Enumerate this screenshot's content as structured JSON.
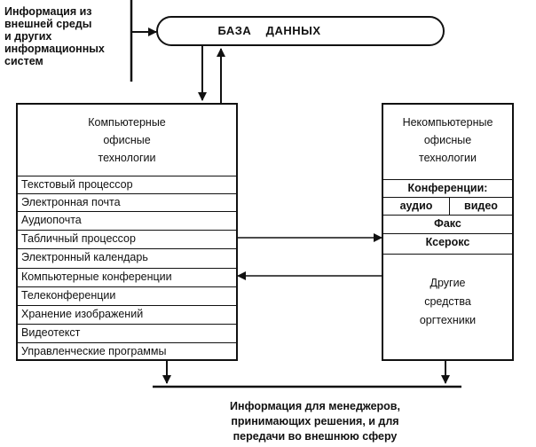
{
  "external_info": [
    "Информация из",
    "внешней среды",
    "и других",
    "информационных",
    "систем"
  ],
  "database_label": "БАЗА    ДАННЫХ",
  "computer_tech": {
    "title": [
      "Компьютерные",
      "офисные",
      "технологии"
    ],
    "items": [
      "Текстовый процессор",
      "Электронная почта",
      "Аудиопочта",
      "Табличный процессор",
      "Электронный календарь",
      "Компьютерные конференции",
      "Телеконференции",
      "Хранение изображений",
      "Видеотекст",
      "Управленческие программы"
    ]
  },
  "noncomputer_tech": {
    "title": [
      "Некомпьютерные",
      "офисные",
      "технологии"
    ],
    "conferences": "Конференции:",
    "audio": "аудио",
    "video": "видео",
    "fax": "Факс",
    "xerox": "Ксерокс",
    "other": [
      "Другие",
      "средства",
      "оргтехники"
    ]
  },
  "output_info": [
    "Информация для менеджеров,",
    "принимающих решения, и для",
    "передачи во внешнюю сферу"
  ]
}
